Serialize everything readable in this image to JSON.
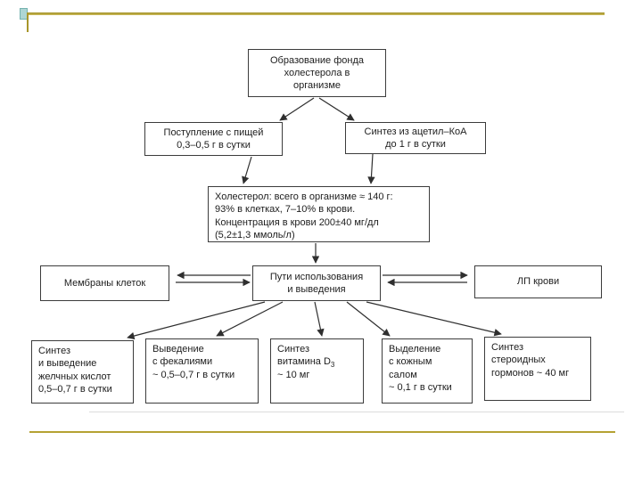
{
  "slide": {
    "accent_gold": "#b5a233",
    "bullet_teal": "#aed6d4",
    "background": "#ffffff"
  },
  "diagram": {
    "formation": {
      "text": "Образование фонда\nхолестерола в\nорганизме"
    },
    "food_intake": {
      "text": "Поступление с пищей\n0,3–0,5 г в сутки"
    },
    "synthesis": {
      "text": "Синтез из ацетил–КоА\nдо 1 г в сутки"
    },
    "pool": {
      "text": "Холестерол: всего в организме ≈ 140 г:\n93% в клетках, 7–10% в крови.\nКонцентрация в крови 200±40 мг/дл\n(5,2±1,3 ммоль/л)"
    },
    "membranes": {
      "text": "Мембраны клеток"
    },
    "pathways": {
      "text": "Пути использования\nи выведения"
    },
    "lipoproteins": {
      "text": "ЛП крови"
    },
    "bile_acids": {
      "text": "Синтез\nи выведение\nжелчных кислот\n0,5–0,7 г в сутки"
    },
    "feces": {
      "text": "Выведение\nс фекалиями\n~ 0,5–0,7 г в сутки"
    },
    "vitamin_d3": {
      "line1": "Синтез",
      "line2": "витамина D",
      "sub": "3",
      "line3": "~ 10 мг"
    },
    "sebum": {
      "text": "Выделение\nс кожным\nсалом\n~ 0,1 г в сутки"
    },
    "steroids": {
      "text": "Синтез\nстероидных\nгормонов ~ 40 мг"
    }
  }
}
